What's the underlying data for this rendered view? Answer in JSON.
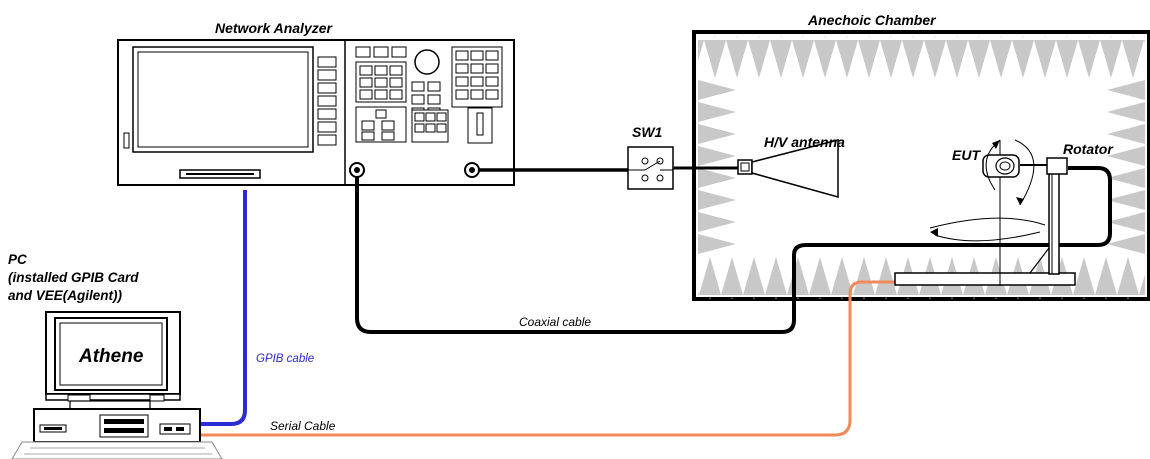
{
  "labels": {
    "network_analyzer": "Network Analyzer",
    "anechoic_chamber": "Anechoic Chamber",
    "sw1": "SW1",
    "hv_antenna": "H/V antenna",
    "eut": "EUT",
    "rotator": "Rotator",
    "pc_line1": "PC",
    "pc_line2": "(installed GPIB Card",
    "pc_line3": "and VEE(Agilent))",
    "pc_screen": "Athene",
    "gpib_cable": "GPIB cable",
    "coaxial_cable": "Coaxial cable",
    "serial_cable": "Serial Cable"
  },
  "colors": {
    "gpib_cable": "#2b2bd6",
    "serial_cable": "#f08a5a",
    "coax_cable": "#000000",
    "absorber": "#c8c8c8",
    "line": "#000000"
  }
}
